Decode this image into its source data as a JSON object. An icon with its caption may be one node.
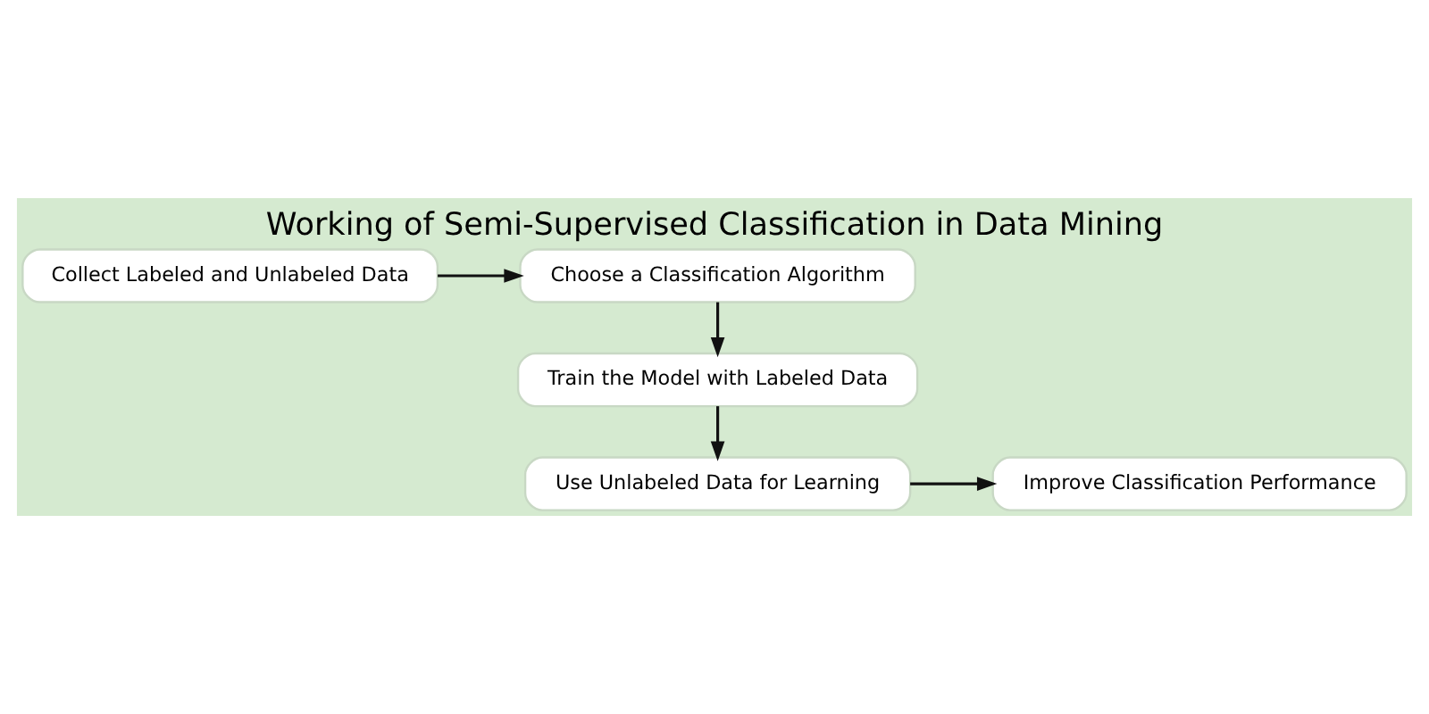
{
  "diagram": {
    "title": "Working of Semi-Supervised Classification in Data Mining",
    "nodes": [
      {
        "text": [
          "Collect Labeled and Unlabeled Data"
        ]
      },
      {
        "text": [
          "Choose a Classification Algorithm"
        ]
      },
      {
        "text": [
          "Train the Model with Labeled Data"
        ]
      },
      {
        "text": [
          "Use Unlabeled Data for Learning"
        ]
      },
      {
        "text": [
          "Improve Classification Performance"
        ]
      }
    ],
    "edges": [
      {
        "from": 0,
        "to": 1,
        "arrow": "to"
      },
      {
        "from": 1,
        "to": 2,
        "arrow": "to"
      },
      {
        "from": 2,
        "to": 3,
        "arrow": "to"
      },
      {
        "from": 3,
        "to": 4,
        "arrow": "to"
      }
    ]
  }
}
